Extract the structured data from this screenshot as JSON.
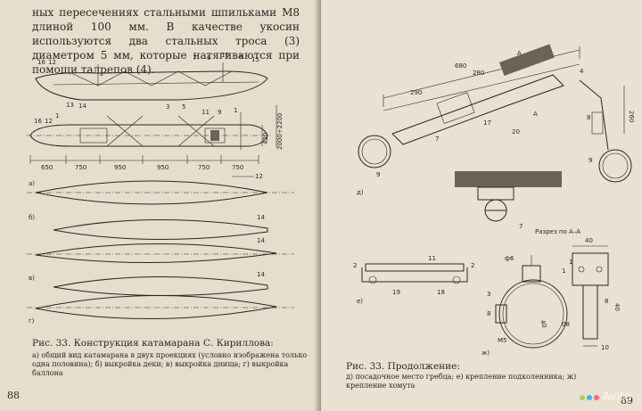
{
  "left_page": {
    "body_text": "ных пересечениях стальными шпильками М8 длиной 100 мм. В качестве укосин используются два стальных троса (3) диаметром 5 мм, которые натягиваются при помощи талрепов (4).",
    "figure_caption": "Рис. 33. Конструкция катамарана С. Кириллова:",
    "caption_detail": "а) общий вид катамарана в двух проекциях (условно изображена только одна половина); б) выкройка деки; в) выкройка днища; г) выкройка баллона",
    "page_number": "88",
    "dimensions": {
      "d1": "650",
      "d2": "750",
      "d3": "950",
      "d4": "950",
      "d5": "750",
      "d6": "750",
      "h1": "420",
      "h2": "2000÷2200"
    },
    "view_labels": {
      "a": "а)",
      "b": "б)",
      "v": "в)",
      "g": "г)"
    },
    "numbers_top": {
      "n16": "16",
      "n12": "12",
      "n7": "7",
      "n6": "6",
      "n10": "10",
      "n8": "8",
      "n15": "15",
      "n13": "13",
      "n14": "14"
    },
    "numbers_plan": {
      "n16": "16",
      "n12": "12",
      "n1": "1",
      "n3": "3",
      "n5": "5",
      "n11": "11",
      "n9": "9",
      "n1b": "1"
    },
    "pattern_numbers": {
      "p12": "12",
      "p14a": "14",
      "p14b": "14",
      "p14c": "14"
    }
  },
  "right_page": {
    "caption": "Рис. 33. Продолжение:",
    "caption_detail": "д) посадочное место гребца; е) крепление подколенника; ж) крепление хомута",
    "page_number": "89",
    "section_label": "Разрез по А–А",
    "dimensions": {
      "d680": "680",
      "d290": "290",
      "d280": "280",
      "d260": "260",
      "d40a": "40",
      "d40b": "40",
      "d10": "10",
      "phi6": "ф6",
      "phi40": "40",
      "m5": "М5",
      "d8": "8",
      "d08": "08"
    },
    "view_labels": {
      "d": "д)",
      "e": "е)",
      "zh": "ж)"
    },
    "markers": {
      "A1": "А",
      "A2": "А"
    },
    "numbers": {
      "n4": "4",
      "n17": "17",
      "n20": "20",
      "n8": "8",
      "n9a": "9",
      "n9b": "9",
      "n7a": "7",
      "n7b": "7",
      "n2a": "2",
      "n11": "11",
      "n2b": "2",
      "n19": "19",
      "n18": "18",
      "n1a": "1",
      "n3": "3",
      "n1b": "1",
      "n8b": "8"
    }
  },
  "watermark": {
    "text": "Avito"
  }
}
